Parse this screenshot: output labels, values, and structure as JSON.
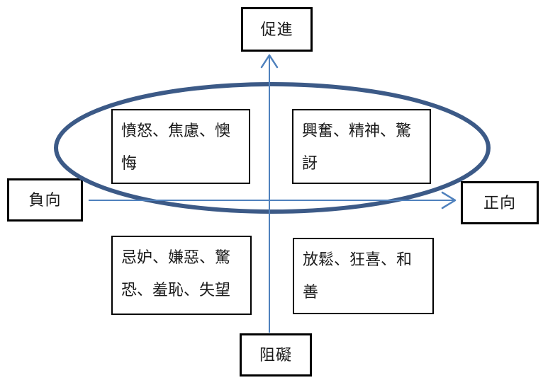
{
  "diagram": {
    "axis_labels": {
      "top": "促進",
      "bottom": "阻礙",
      "left": "負向",
      "right": "正向"
    },
    "quadrants": {
      "upper_left": "憤怒、焦慮、懊悔",
      "upper_right": "興奮、精神、驚訝",
      "lower_left": "忌妒、嫌惡、驚恐、羞恥、失望",
      "lower_right": "放鬆、狂喜、和善"
    },
    "colors": {
      "axis": "#4f81bd",
      "ellipse": "#3c5a87",
      "box_border": "#000000",
      "text": "#1a1a1a",
      "background": "#ffffff"
    }
  }
}
